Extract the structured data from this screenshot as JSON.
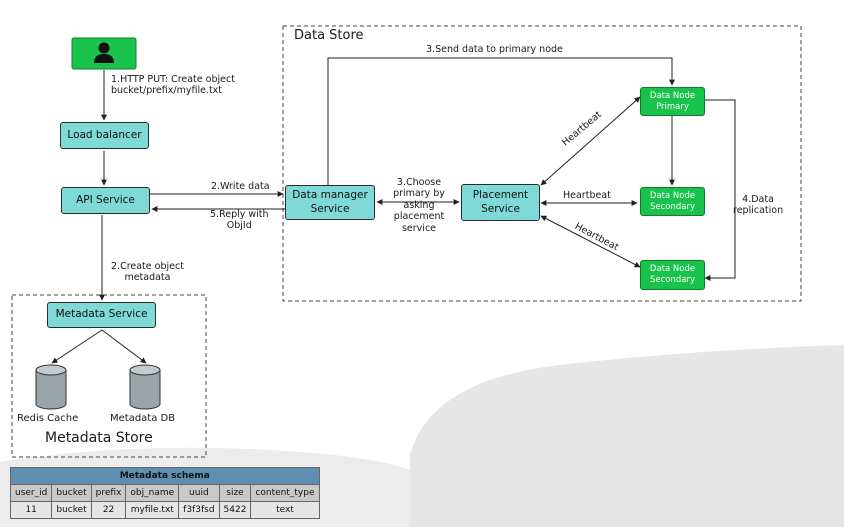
{
  "data_store": {
    "title": "Data Store"
  },
  "metadata_store": {
    "title": "Metadata Store"
  },
  "nodes": {
    "load_balancer": "Load balancer",
    "api_service": "API Service",
    "data_manager": "Data manager Service",
    "placement": "Placement Service",
    "dn_primary": "Data Node Primary",
    "dn_secondary_1": "Data Node Secondary",
    "dn_secondary_2": "Data Node Secondary",
    "metadata_service": "Metadata Service",
    "redis": "Redis Cache",
    "metadata_db": "Metadata DB"
  },
  "labels": {
    "http_put_1": "1.HTTP PUT: Create object",
    "http_put_2": "bucket/prefix/myfile.txt",
    "write_data": "2.Write data",
    "reply_1": "5.Reply with",
    "reply_2": "ObjId",
    "create_meta_1": "2.Create object",
    "create_meta_2": "metadata",
    "send_primary": "3.Send data to primary node",
    "choose_1": "3.Choose",
    "choose_2": "primary by",
    "choose_3": "asking",
    "choose_4": "placement",
    "choose_5": "service",
    "heartbeat_1": "Heartbeat",
    "heartbeat_2": "Heartbeat",
    "heartbeat_3": "Heartbeat",
    "replication_1": "4.Data",
    "replication_2": "replication"
  },
  "colors": {
    "cyan_node": "#7fd9d6",
    "green_node": "#19c24a",
    "table_caption": "#5f8fb0",
    "table_header": "#c9c9c9",
    "table_row": "#e6e6e6"
  },
  "schema": {
    "title": "Metadata schema",
    "columns": [
      "user_id",
      "bucket",
      "prefix",
      "obj_name",
      "uuid",
      "size",
      "content_type"
    ],
    "row": [
      "11",
      "bucket",
      "22",
      "myfile.txt",
      "f3f3fsd",
      "5422",
      "text"
    ]
  },
  "icons": [
    "user-icon",
    "database-icon"
  ]
}
